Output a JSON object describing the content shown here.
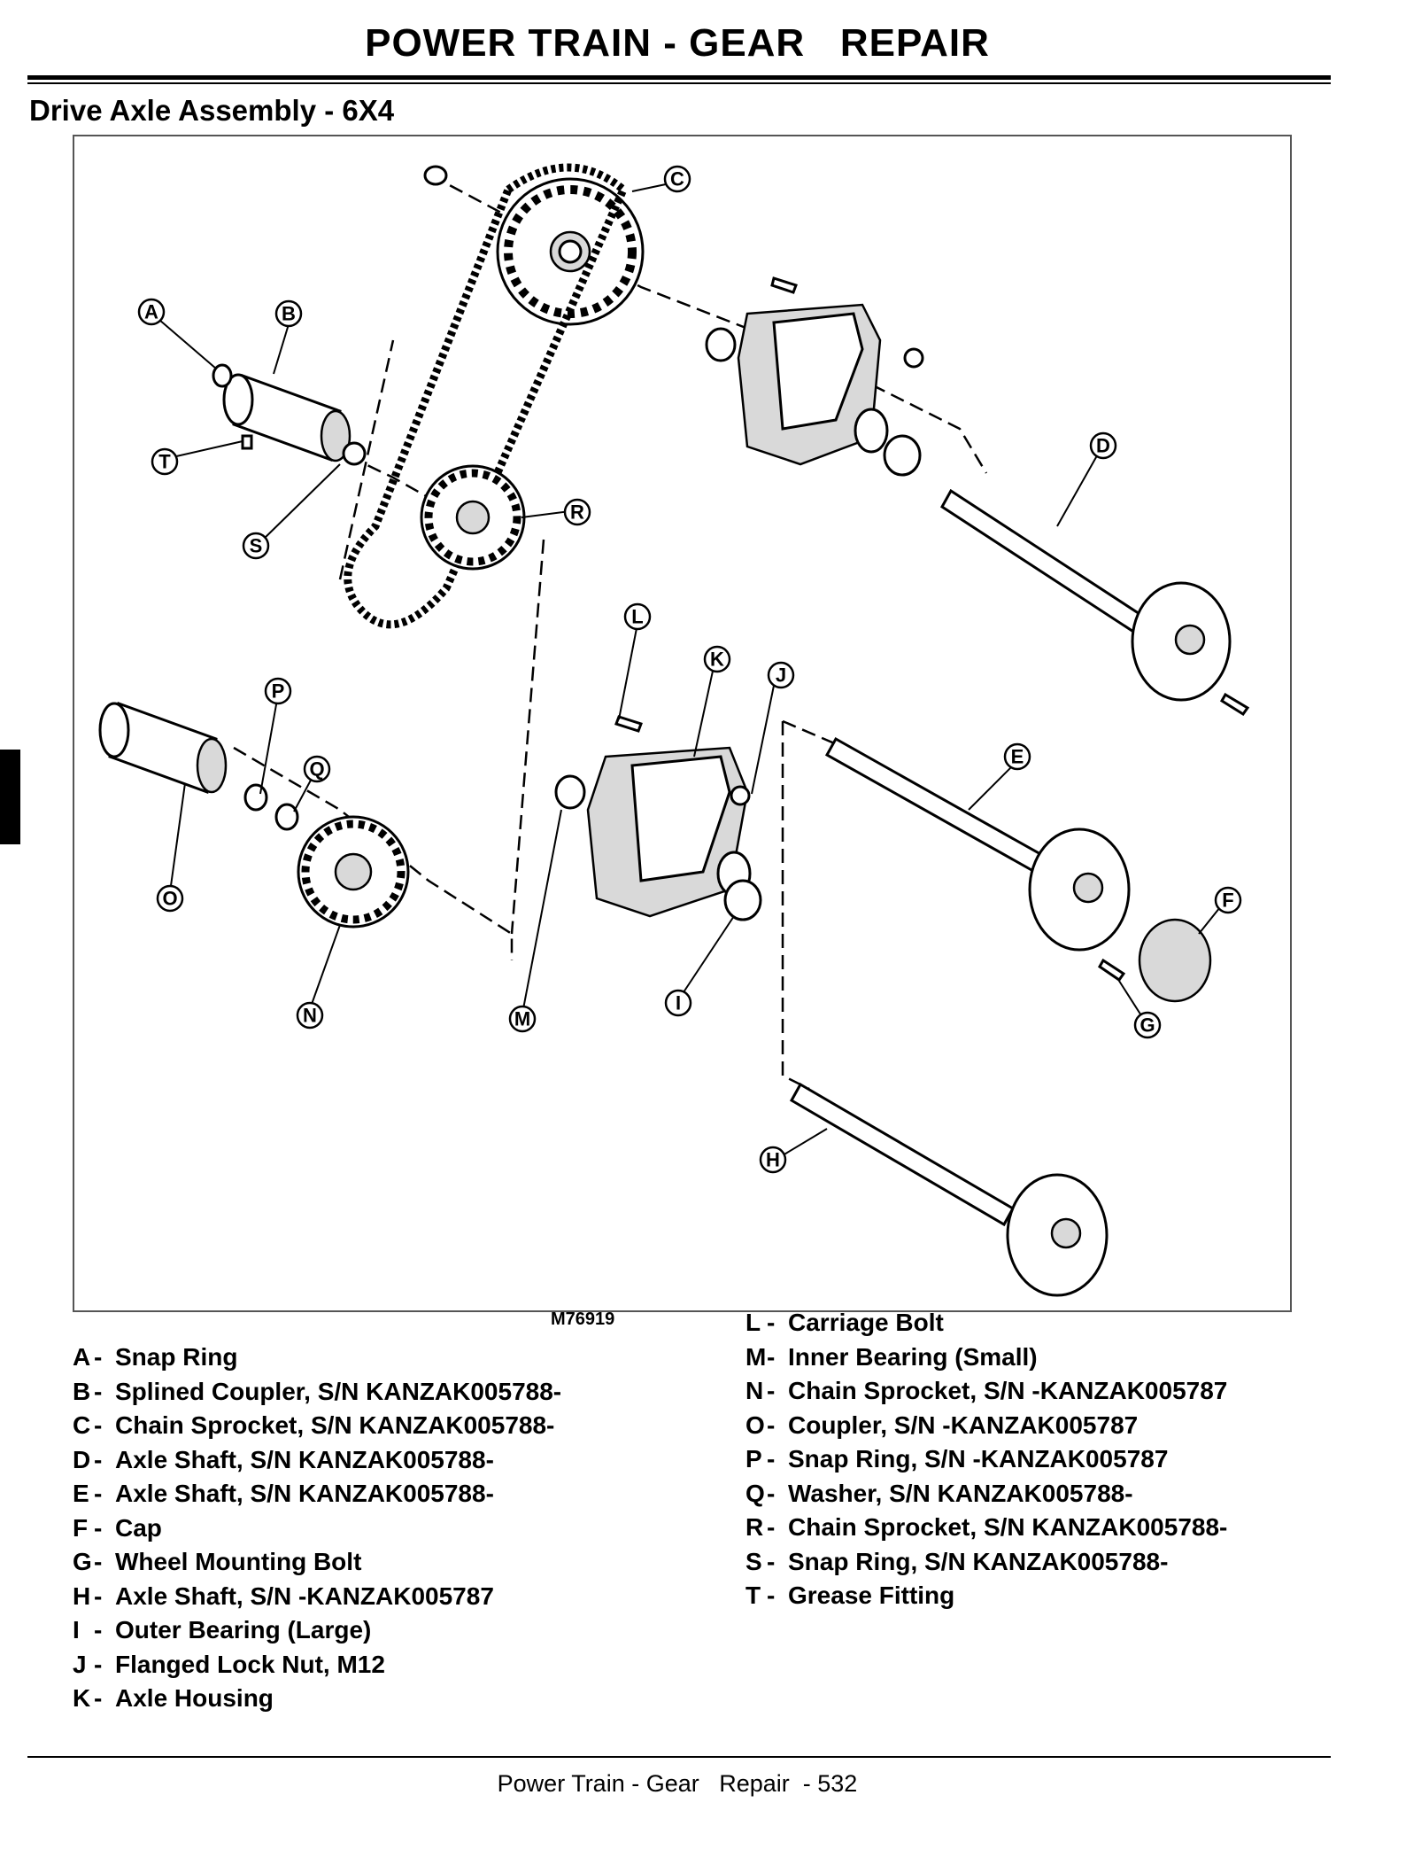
{
  "header": {
    "title": "POWER TRAIN - GEAR   REPAIR"
  },
  "section": {
    "title": "Drive Axle Assembly - 6X4"
  },
  "figure": {
    "id": "M76919",
    "callouts": {
      "A": "A",
      "B": "B",
      "C": "C",
      "D": "D",
      "E": "E",
      "F": "F",
      "G": "G",
      "H": "H",
      "I": "I",
      "J": "J",
      "K": "K",
      "L": "L",
      "M": "M",
      "N": "N",
      "O": "O",
      "P": "P",
      "Q": "Q",
      "R": "R",
      "S": "S",
      "T": "T"
    }
  },
  "legend_left": [
    {
      "key": "A",
      "text": "Snap Ring"
    },
    {
      "key": "B",
      "text": "Splined Coupler, S/N KANZAK005788-"
    },
    {
      "key": "C",
      "text": "Chain Sprocket, S/N KANZAK005788-"
    },
    {
      "key": "D",
      "text": "Axle Shaft, S/N KANZAK005788-"
    },
    {
      "key": "E",
      "text": "Axle Shaft, S/N KANZAK005788-"
    },
    {
      "key": "F",
      "text": "Cap"
    },
    {
      "key": "G",
      "text": "Wheel Mounting Bolt"
    },
    {
      "key": "H",
      "text": "Axle Shaft, S/N -KANZAK005787"
    },
    {
      "key": "I",
      "text": "Outer Bearing (Large)"
    },
    {
      "key": "J",
      "text": "Flanged Lock Nut, M12"
    },
    {
      "key": "K",
      "text": "Axle Housing"
    }
  ],
  "legend_right": [
    {
      "key": "L",
      "text": "Carriage Bolt"
    },
    {
      "key": "M",
      "text": "Inner Bearing (Small)"
    },
    {
      "key": "N",
      "text": "Chain Sprocket, S/N -KANZAK005787"
    },
    {
      "key": "O",
      "text": "Coupler, S/N -KANZAK005787"
    },
    {
      "key": "P",
      "text": "Snap Ring, S/N -KANZAK005787"
    },
    {
      "key": "Q",
      "text": "Washer, S/N KANZAK005788-"
    },
    {
      "key": "R",
      "text": "Chain Sprocket, S/N KANZAK005788-"
    },
    {
      "key": "S",
      "text": "Snap Ring, S/N KANZAK005788-"
    },
    {
      "key": "T",
      "text": "Grease Fitting"
    }
  ],
  "footer": {
    "text": "Power Train - Gear   Repair  - 532"
  }
}
